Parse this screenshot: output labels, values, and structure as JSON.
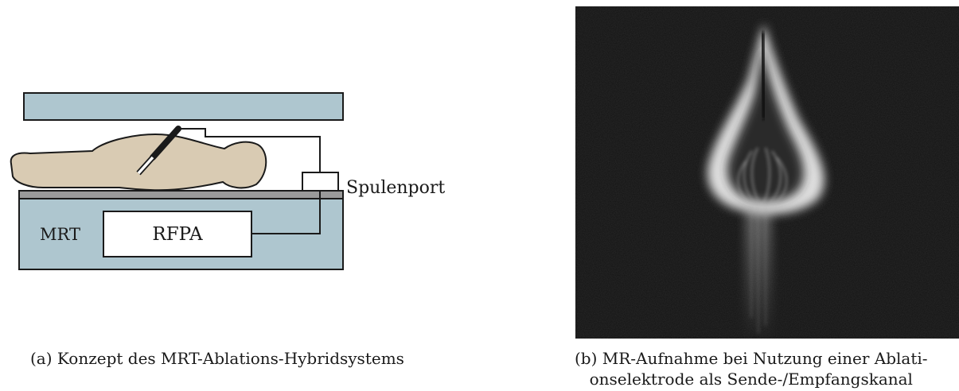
{
  "figure_a": {
    "labels": {
      "mrt": "MRT",
      "rfpa": "RFPA",
      "port": "Spulenport"
    },
    "caption": "(a) Konzept des MRT-Ablations-Hybridsystems"
  },
  "figure_b": {
    "caption_line1": "(b) MR-Aufnahme bei Nutzung einer Ablati-",
    "caption_line2": "onselektrode als Sende-/Empfangskanal"
  },
  "colors": {
    "scanner_blue": "#aec6cf",
    "body_beige": "#d9cbb3",
    "table_grey": "#9a9a9a",
    "mr_background": "#121212"
  }
}
